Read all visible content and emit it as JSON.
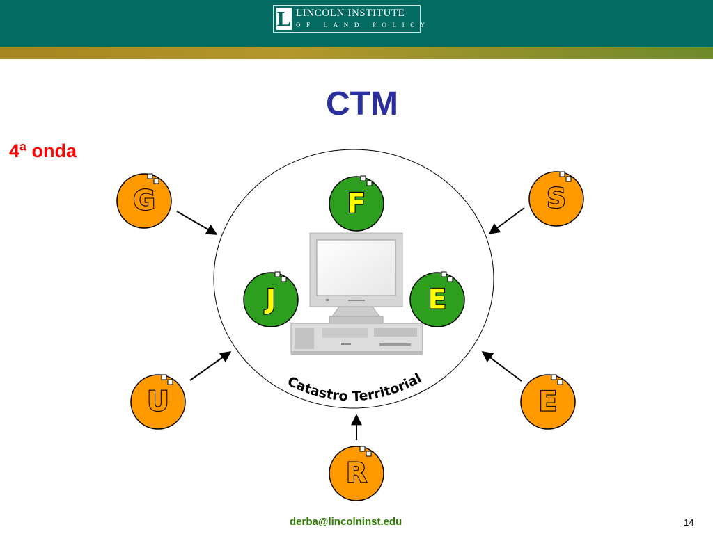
{
  "header": {
    "logo_letter": "L",
    "logo_line1": "LINCOLN INSTITUTE",
    "logo_line2": "OF LAND POLICY"
  },
  "slide": {
    "title": "CTM",
    "subtitle": "4ª onda"
  },
  "diagram": {
    "center_label": "Catastro Territorial",
    "inner_nodes": [
      {
        "letter": "F",
        "color": "#2e9e1e",
        "text_color": "#ffff00"
      },
      {
        "letter": "J",
        "color": "#2e9e1e",
        "text_color": "#ffff00"
      },
      {
        "letter": "E",
        "color": "#2e9e1e",
        "text_color": "#ffff00"
      }
    ],
    "outer_nodes": [
      {
        "letter": "G",
        "color": "#ff9900",
        "text_color": "#ff9900"
      },
      {
        "letter": "S",
        "color": "#ff9900",
        "text_color": "#ff9900"
      },
      {
        "letter": "U",
        "color": "#ff9900",
        "text_color": "#ff9900"
      },
      {
        "letter": "E",
        "color": "#ff9900",
        "text_color": "#ff9900"
      },
      {
        "letter": "R",
        "color": "#ff9900",
        "text_color": "#ff9900"
      }
    ]
  },
  "footer": {
    "email": "derba@lincolninst.edu",
    "page_number": "14"
  }
}
